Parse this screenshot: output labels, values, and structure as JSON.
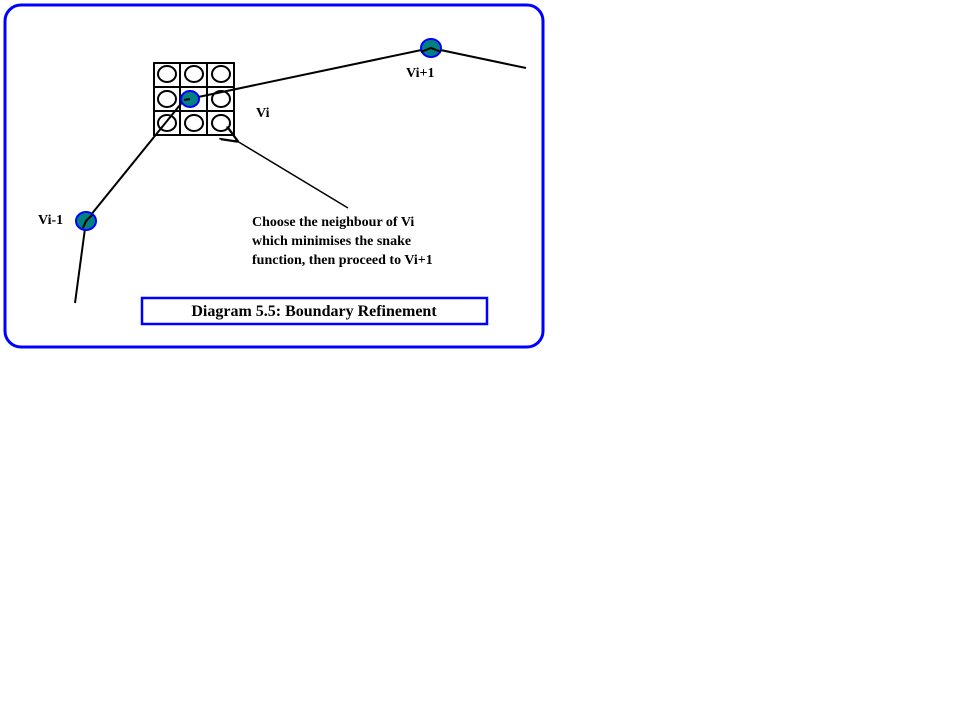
{
  "labels": {
    "vi": "Vi",
    "vi_plus_1": "Vi+1",
    "vi_minus_1": "Vi-1"
  },
  "annotation": {
    "lines": [
      "Choose the neighbour of Vi",
      "which minimises the snake",
      "function, then proceed to Vi+1"
    ]
  },
  "caption": "Diagram 5.5: Boundary Refinement",
  "colors": {
    "frame": "#0000ff",
    "node_fill": "#008080",
    "node_stroke": "#0000ff"
  }
}
